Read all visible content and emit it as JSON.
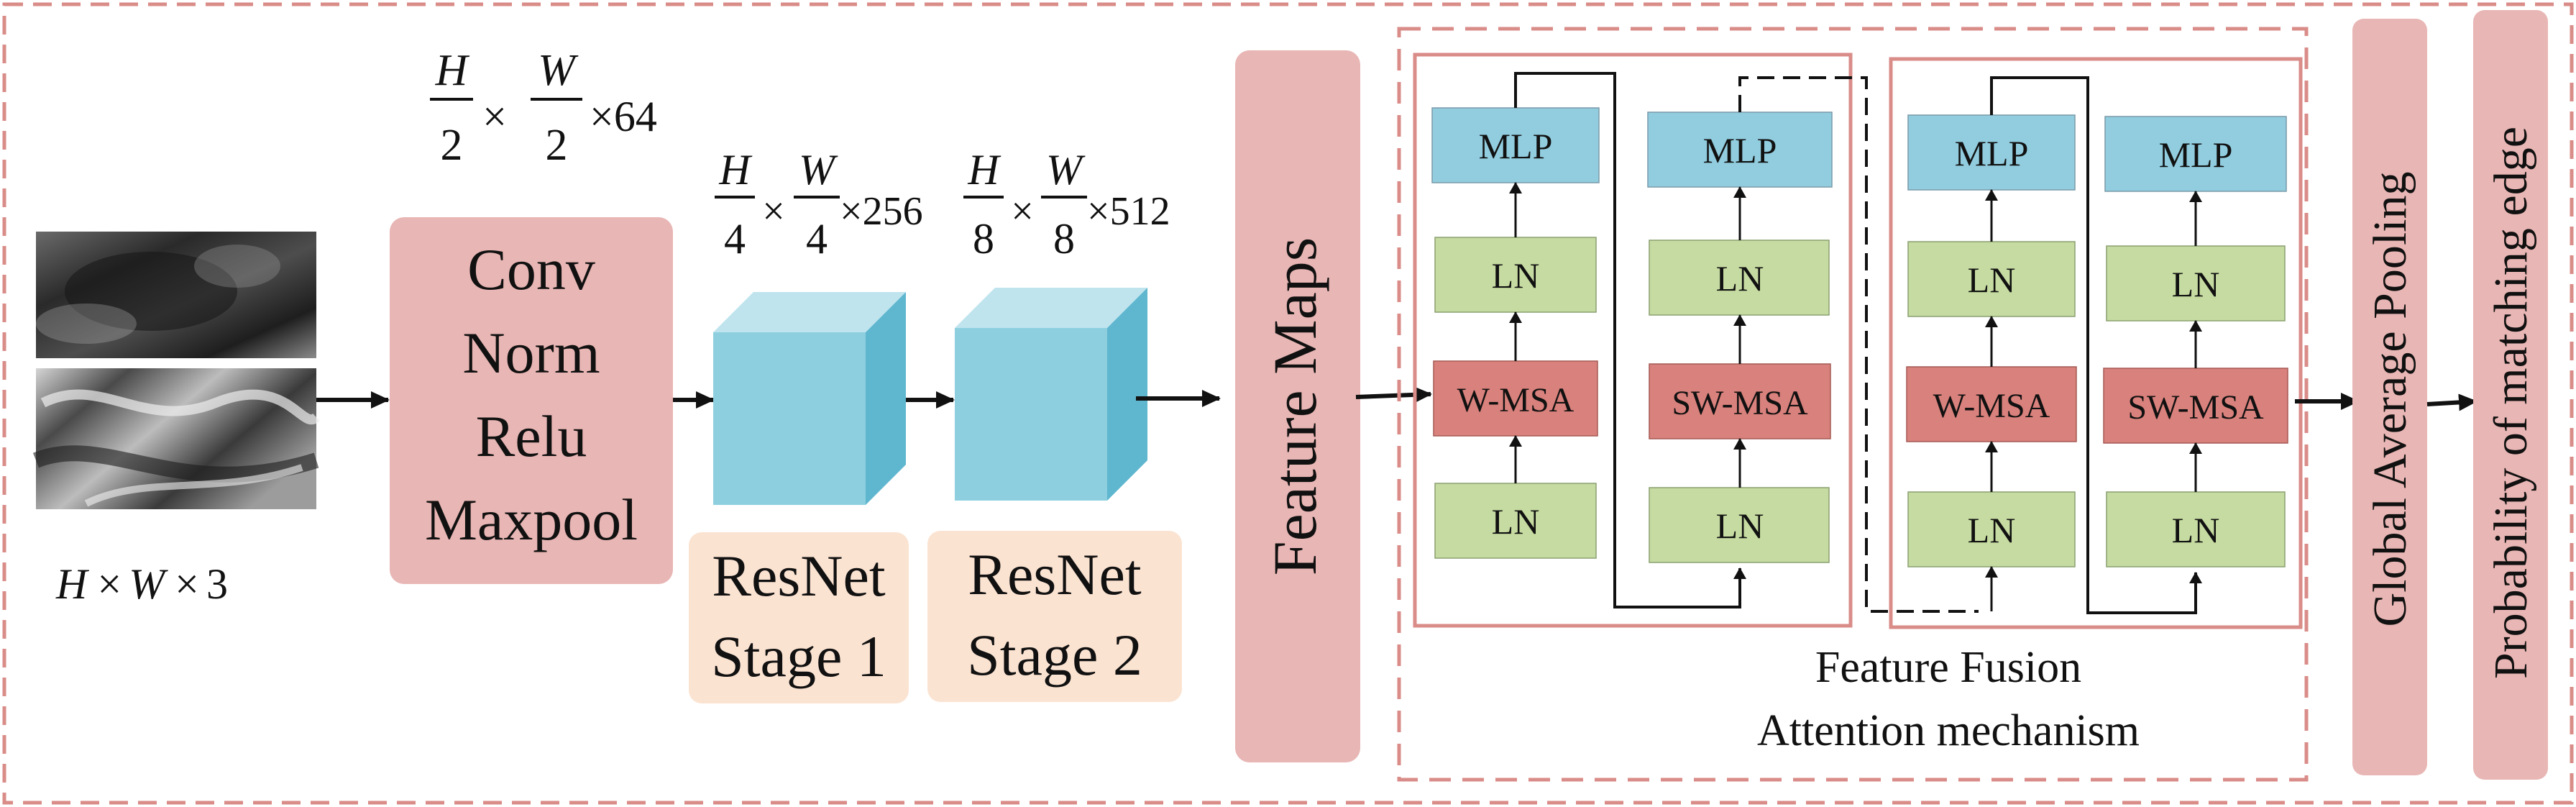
{
  "colors": {
    "outer_border": "#d98c88",
    "box_pink": "#e8b6b4",
    "box_peach": "#fbe3d2",
    "cube_front": "#8ecfdf",
    "cube_top": "#bfe4ee",
    "cube_side": "#5fb6cf",
    "mlp": "#91cddf",
    "ln": "#c6dba1",
    "msa": "#d9817c",
    "arrow": "#111111"
  },
  "input": {
    "dims": {
      "h": "H",
      "times1": "×",
      "w": "W",
      "times2": "×",
      "c": "3"
    }
  },
  "conv_block": {
    "lines": [
      "Conv",
      "Norm",
      "Relu",
      "Maxpool"
    ],
    "dim": {
      "h": "H",
      "hd": "2",
      "w": "W",
      "wd": "2",
      "tail": "×64"
    }
  },
  "stage1": {
    "lines": [
      "ResNet",
      "Stage 1"
    ],
    "dim": {
      "h": "H",
      "hd": "4",
      "w": "W",
      "wd": "4",
      "tail": "×256"
    }
  },
  "stage2": {
    "lines": [
      "ResNet",
      "Stage 2"
    ],
    "dim": {
      "h": "H",
      "hd": "8",
      "w": "W",
      "wd": "8",
      "tail": "×512"
    }
  },
  "feature_maps": {
    "label": "Feature Maps"
  },
  "transformer": {
    "mlp": "MLP",
    "ln": "LN",
    "wmsa": "W-MSA",
    "swmsa": "SW-MSA",
    "caption": [
      "Feature Fusion",
      "Attention mechanism"
    ]
  },
  "gap": {
    "label": "Global Average Pooling"
  },
  "output": {
    "label": "Probability of matching edge"
  }
}
